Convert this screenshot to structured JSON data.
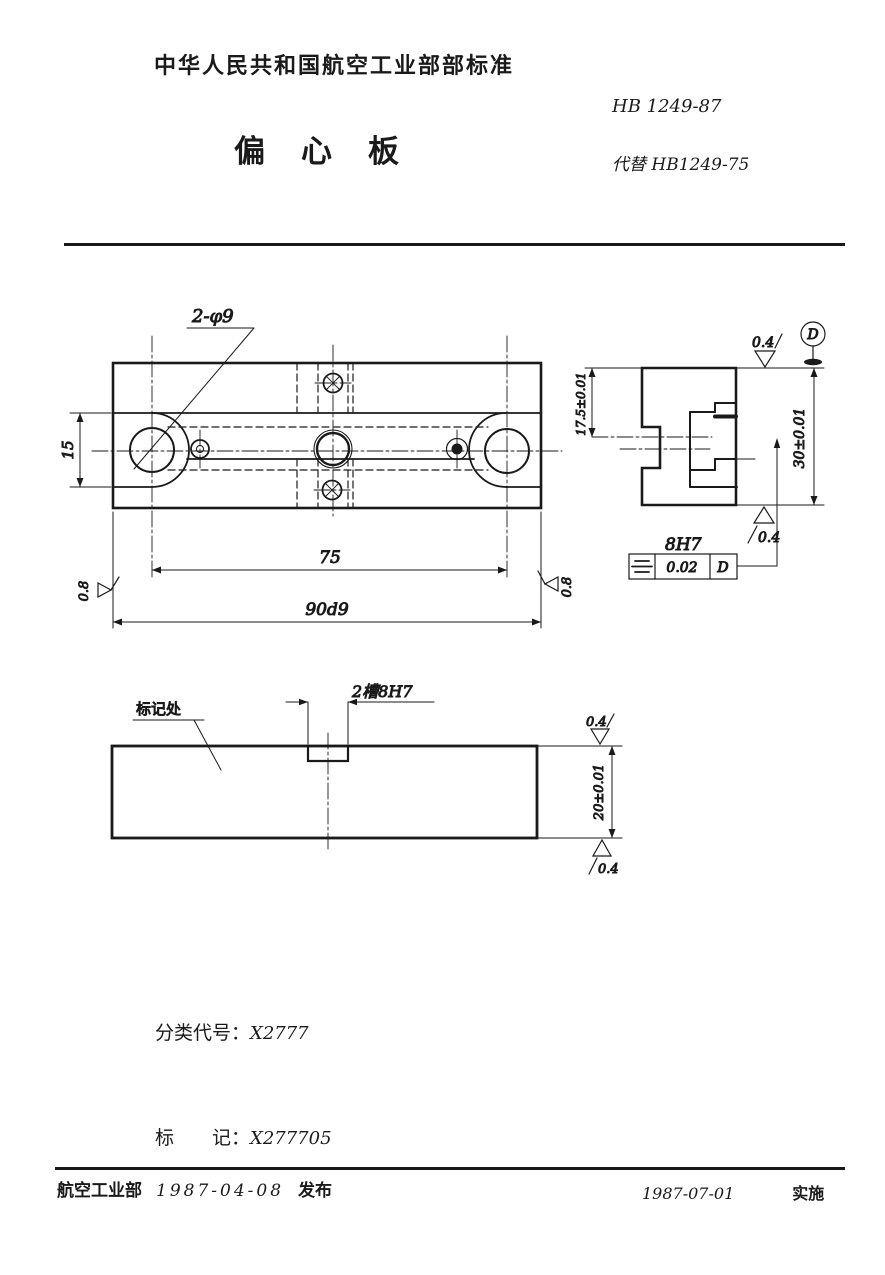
{
  "header": {
    "org_line": "中华人民共和国航空工业部部标准",
    "std_no": "HB 1249-87",
    "title": "偏心板",
    "supersedes": "代替 HB1249-75"
  },
  "top_view": {
    "holes_callout": "2-φ9",
    "dim_boss": "15",
    "dim_holes_span": "75",
    "dim_length": "90d9",
    "finish_left": "0.8",
    "finish_right": "0.8"
  },
  "side_view": {
    "finish_top": "0.4",
    "datum_label": "D",
    "dim_slot_position": "17.5±0.01",
    "dim_width": "30±0.01",
    "finish_bottom": "0.4",
    "slot_size": "8H7",
    "fcf": {
      "symbol": "symmetry",
      "tolerance": "0.02",
      "datum": "D"
    }
  },
  "front_view": {
    "mark_note": "标记处",
    "slot_callout": "2槽8H7",
    "finish_top": "0.4",
    "dim_thickness": "20±0.01",
    "finish_bottom": "0.4"
  },
  "notes": {
    "class_label": "分类代号：",
    "class_value": "X2777",
    "mark_label": "标　　记：",
    "mark_value": "X277705"
  },
  "footer": {
    "issuer": "航空工业部",
    "issue_date": "1987-04-08",
    "issue_label": "发布",
    "impl_date": "1987-07-01",
    "impl_label": "实施"
  }
}
